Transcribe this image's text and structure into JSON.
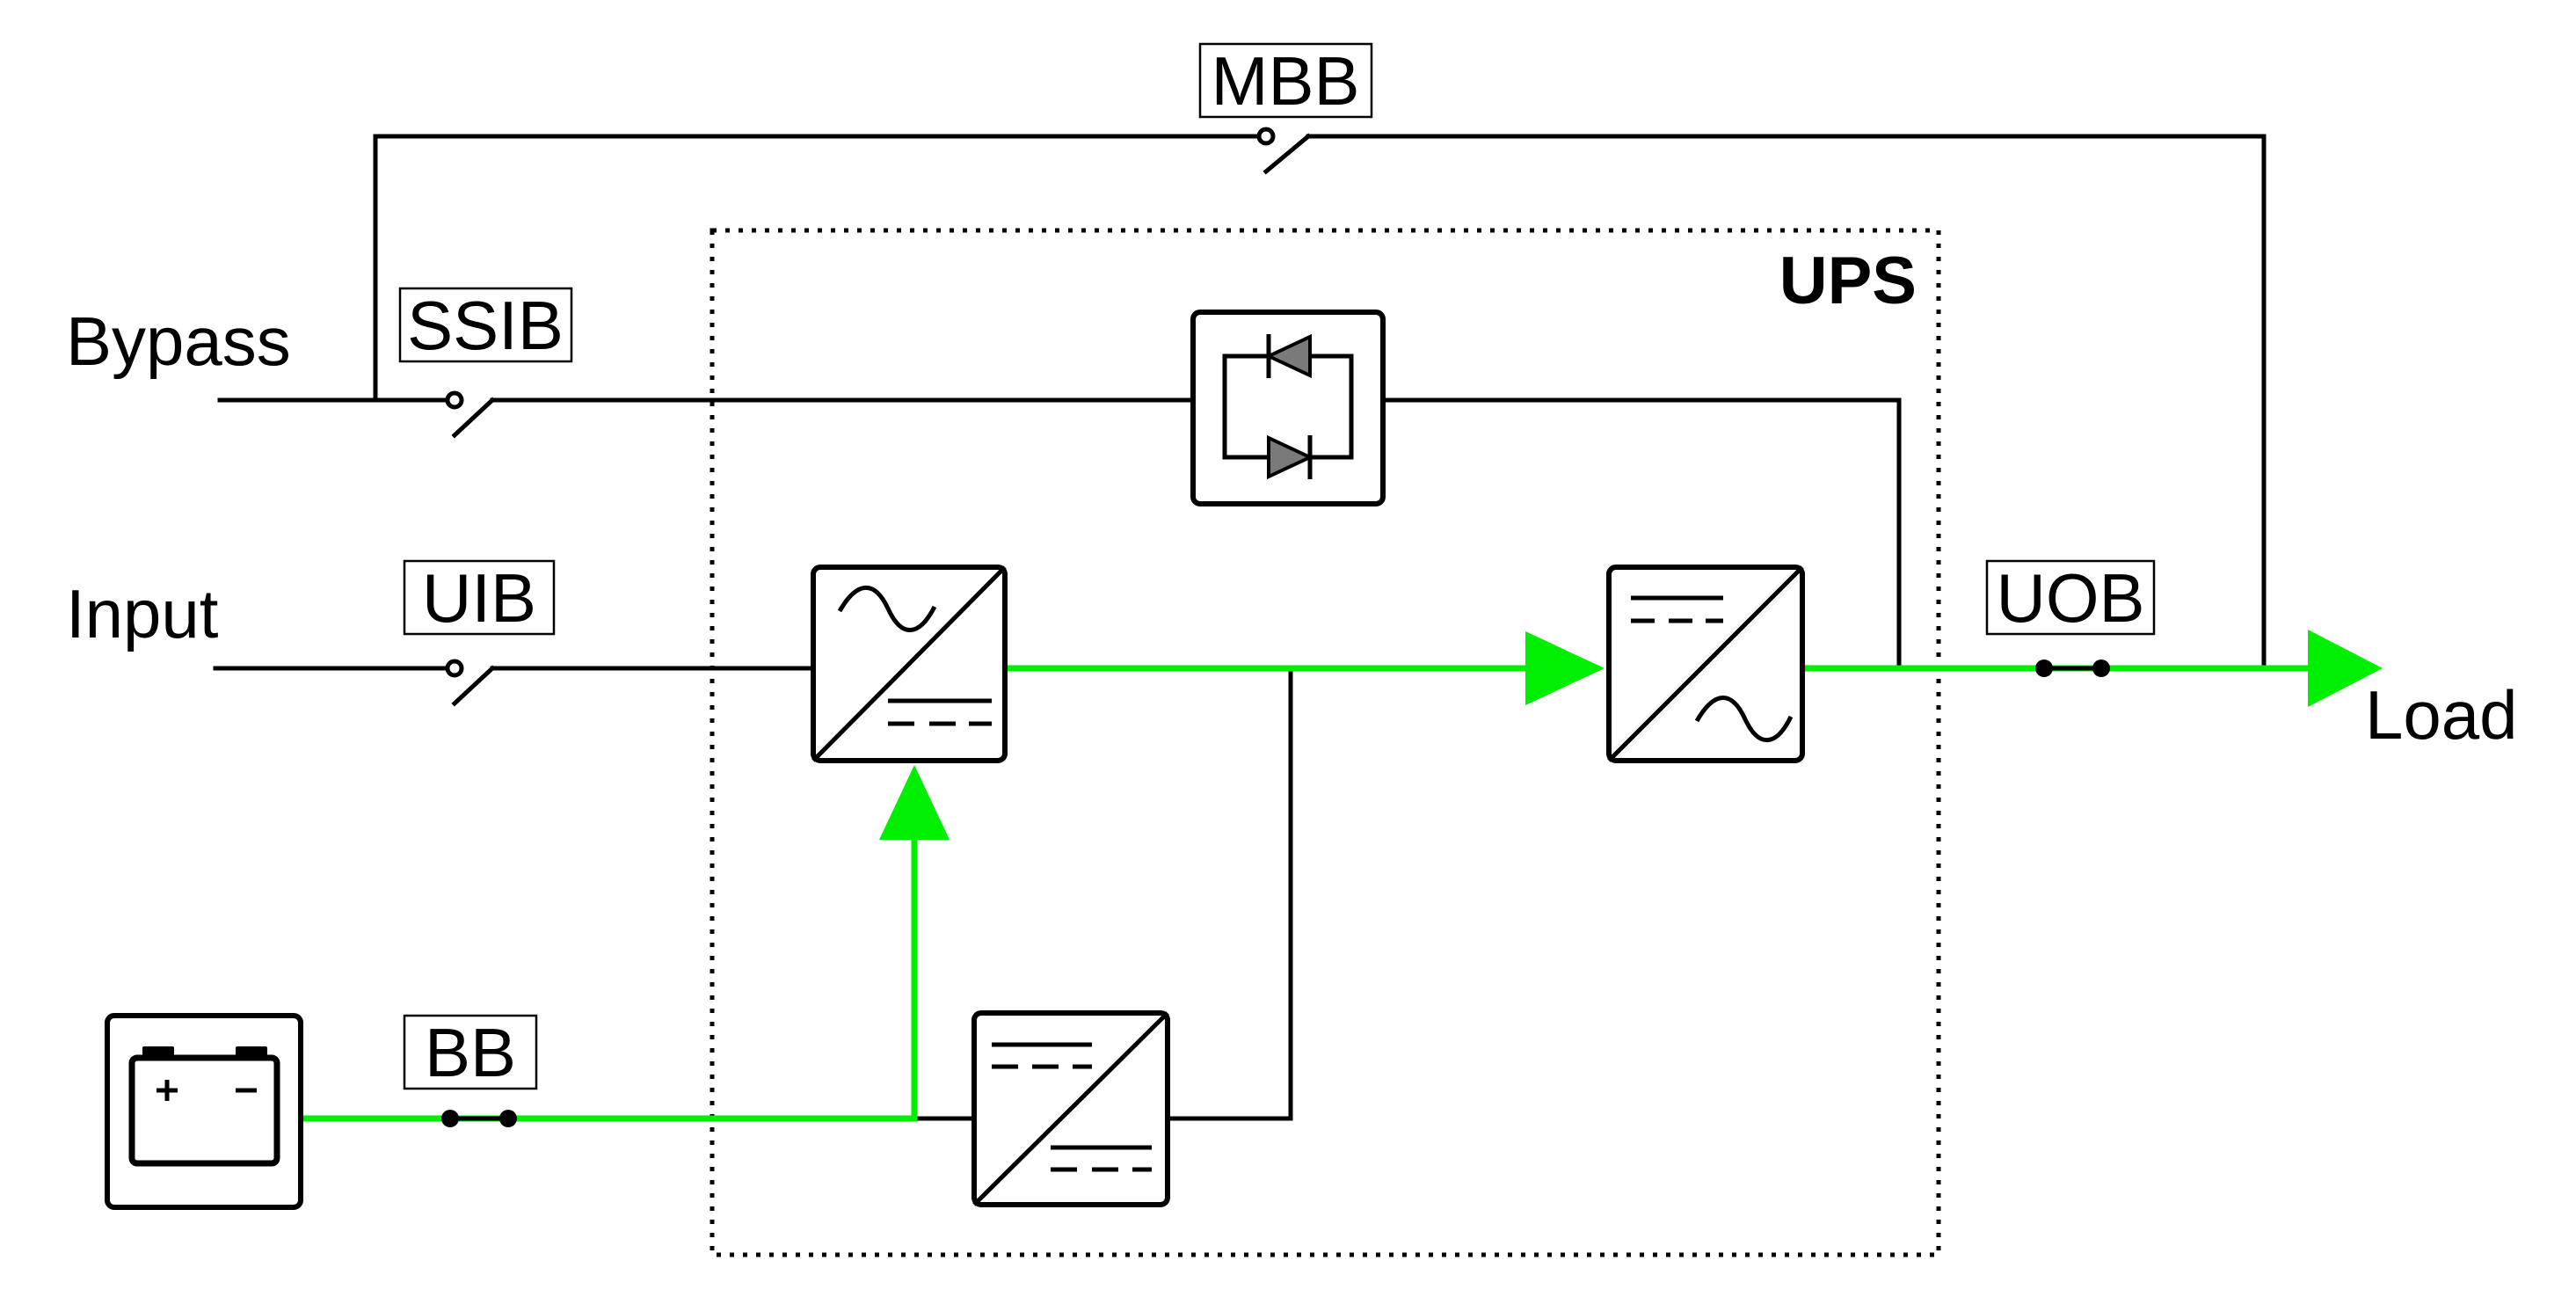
{
  "labels": {
    "bypass": "Bypass",
    "input": "Input",
    "load": "Load",
    "ups": "UPS"
  },
  "breakers": {
    "mbb": "MBB",
    "ssib": "SSIB",
    "uib": "UIB",
    "uob": "UOB",
    "bb": "BB"
  },
  "blocks": {
    "static_switch": "static-switch-icon",
    "rectifier": "ac-dc-converter-icon",
    "inverter": "dc-ac-converter-icon",
    "dc_dc": "dc-dc-converter-icon",
    "battery": "battery-icon"
  },
  "colors": {
    "power_flow": "#00ee00",
    "lines": "#000000"
  }
}
